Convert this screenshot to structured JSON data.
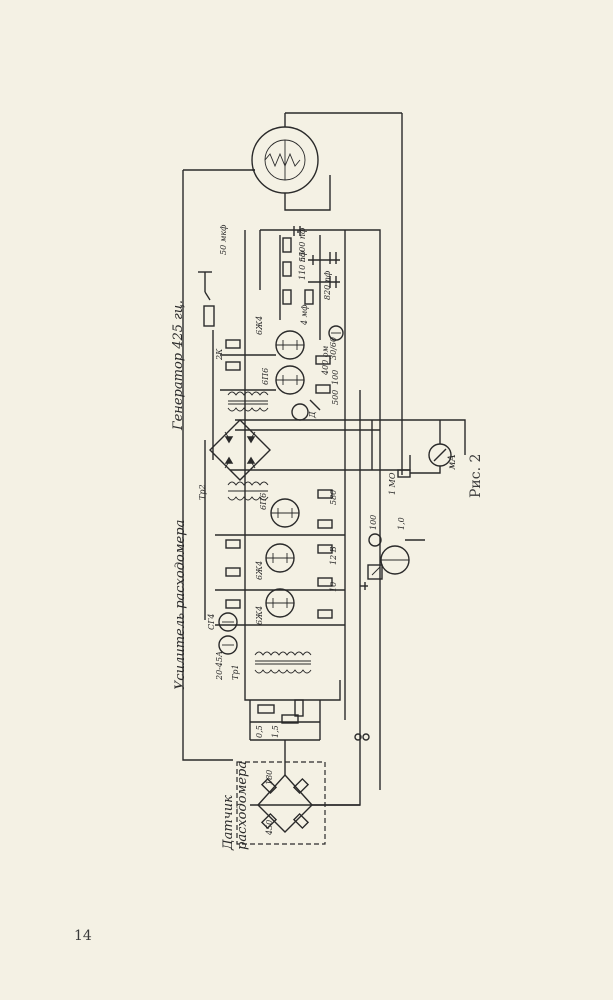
{
  "figure": {
    "caption": "Рис. 2",
    "page_number": "14",
    "titles": {
      "generator": "Генератор 425 гц.",
      "amplifier": "Усилитель расходомера",
      "sensor_line1": "Датчик",
      "sensor_line2": "расходомера"
    },
    "labels": {
      "l1": "50 мкф",
      "l2": "5500 пф",
      "l3": "110 пф",
      "l4": "820 пф",
      "l5": "4 мф",
      "l6": "30/60",
      "l7": "400 ом",
      "l8": "100",
      "l9": "500",
      "l10": "6Ж4",
      "l11": "6П6",
      "l12": "2К",
      "l13": "580",
      "l14": "6П6",
      "l15": "Тр2",
      "l16": "100",
      "l17": "1,0",
      "l18": "12 В",
      "l19": "10",
      "l20": "6Ж4",
      "l21": "6Ж4",
      "l22": "20-45А",
      "l23": "Тр1",
      "l24": "СГ4",
      "l25": "180",
      "l26": "450",
      "l27": "0,5",
      "l28": "1,5",
      "l29": "мА",
      "l30": "1 МО",
      "l31": "Д"
    }
  }
}
